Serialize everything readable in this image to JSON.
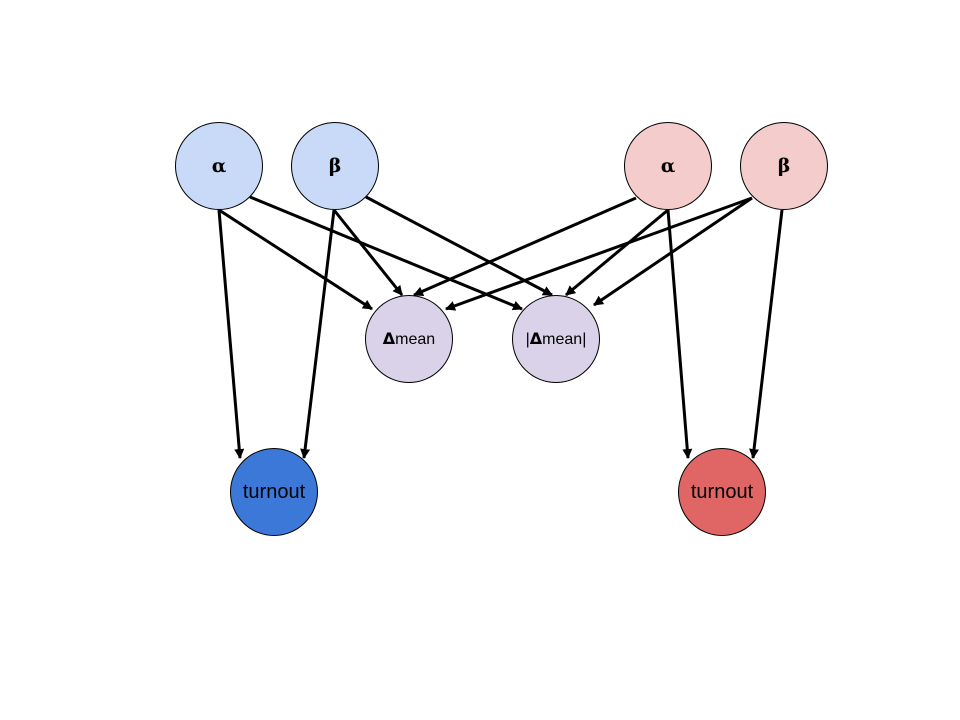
{
  "colors": {
    "blue_light": "#c9daf8",
    "red_light": "#f4cccc",
    "purple_light": "#d9d2e9",
    "blue_dark": "#3c78d8",
    "red_dark": "#e06666",
    "edge": "#000000"
  },
  "nodes": {
    "alpha_blue": "α",
    "beta_blue": "β",
    "alpha_red": "α",
    "beta_red": "β",
    "delta_mean": {
      "symbol": "Δ",
      "text": "mean"
    },
    "abs_delta_mean": {
      "prefix": "|",
      "symbol": "Δ",
      "text": "mean",
      "suffix": "|"
    },
    "turnout_blue": "turnout",
    "turnout_red": "turnout"
  },
  "edges": [
    {
      "from": "alpha_blue",
      "to": "turnout_blue"
    },
    {
      "from": "alpha_blue",
      "to": "delta_mean"
    },
    {
      "from": "alpha_blue",
      "to": "abs_delta_mean"
    },
    {
      "from": "beta_blue",
      "to": "turnout_blue"
    },
    {
      "from": "beta_blue",
      "to": "delta_mean"
    },
    {
      "from": "beta_blue",
      "to": "abs_delta_mean"
    },
    {
      "from": "alpha_red",
      "to": "delta_mean"
    },
    {
      "from": "alpha_red",
      "to": "abs_delta_mean"
    },
    {
      "from": "alpha_red",
      "to": "turnout_red"
    },
    {
      "from": "beta_red",
      "to": "delta_mean"
    },
    {
      "from": "beta_red",
      "to": "abs_delta_mean"
    },
    {
      "from": "beta_red",
      "to": "turnout_red"
    }
  ]
}
